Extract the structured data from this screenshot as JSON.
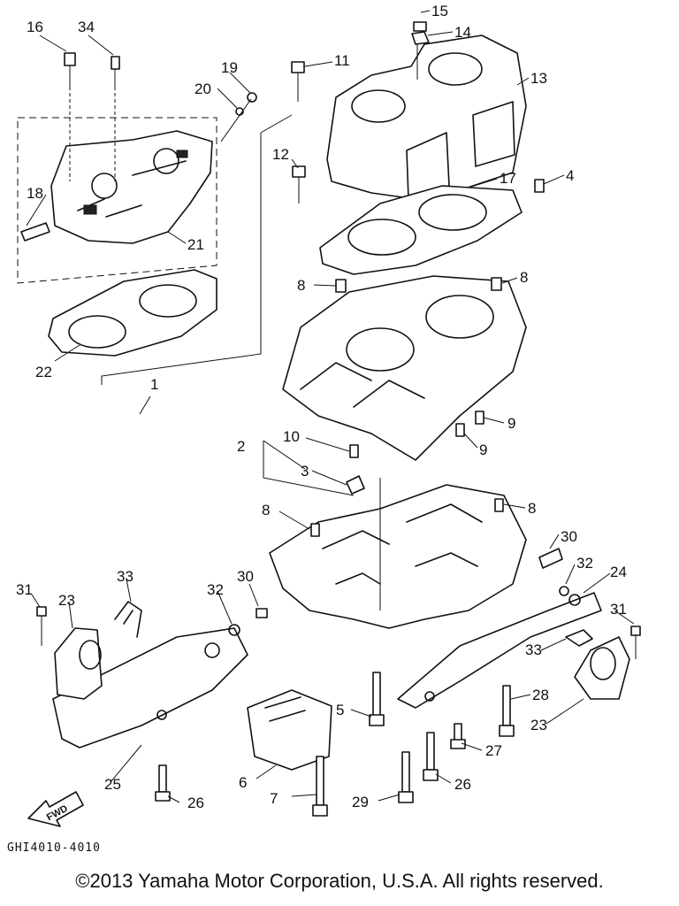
{
  "diagram_code": "GHI4010-4010",
  "copyright": "©2013 Yamaha Motor Corporation, U.S.A. All rights reserved.",
  "fwd_arrow_label": "FWD",
  "callouts": [
    "1",
    "2",
    "3",
    "4",
    "5",
    "6",
    "7",
    "8",
    "8",
    "8",
    "8",
    "9",
    "9",
    "10",
    "11",
    "12",
    "13",
    "14",
    "15",
    "16",
    "17",
    "18",
    "19",
    "20",
    "21",
    "22",
    "23",
    "23",
    "24",
    "25",
    "26",
    "26",
    "27",
    "28",
    "29",
    "30",
    "30",
    "31",
    "31",
    "32",
    "32",
    "33",
    "33",
    "34"
  ]
}
